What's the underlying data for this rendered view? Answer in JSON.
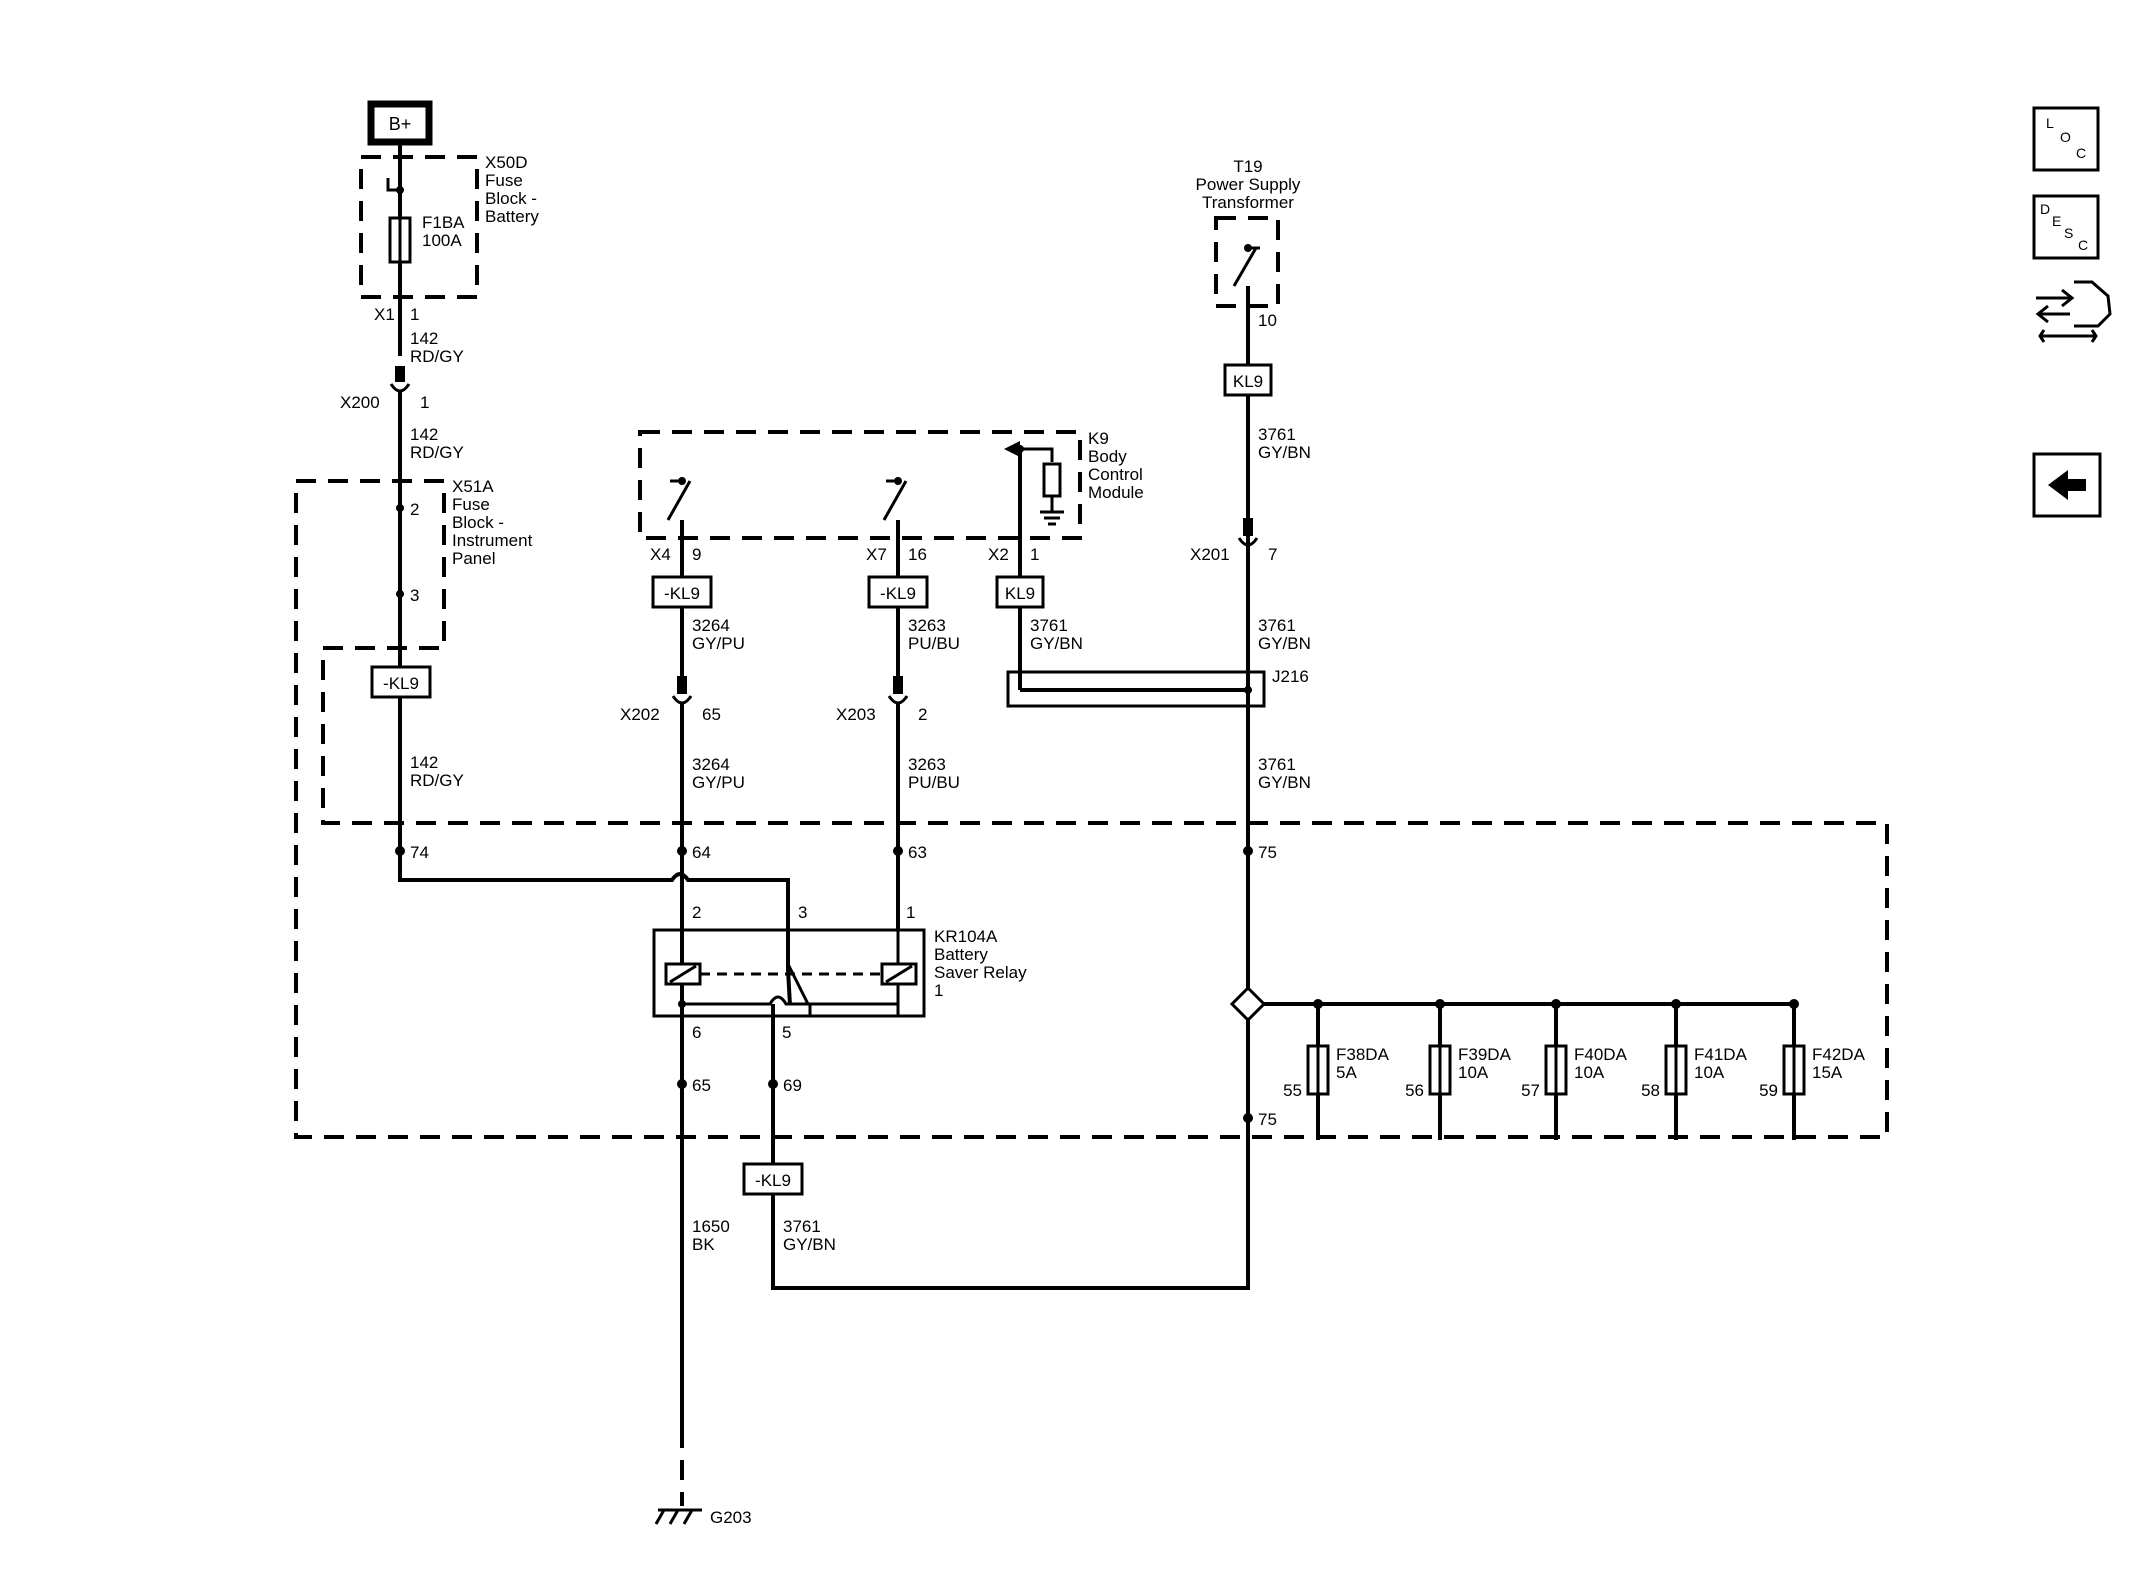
{
  "battery": {
    "label": "B+"
  },
  "x50d": {
    "id": "X50D",
    "line1": "Fuse",
    "line2": "Block -",
    "line3": "Battery",
    "fuse": "F1BA",
    "rating": "100A",
    "conn": "X1",
    "pin": "1"
  },
  "w142a": {
    "num": "142",
    "color": "RD/GY"
  },
  "x200": {
    "id": "X200",
    "pin": "1"
  },
  "w142b": {
    "num": "142",
    "color": "RD/GY"
  },
  "x51a": {
    "id": "X51A",
    "line1": "Fuse",
    "line2": "Block -",
    "line3": "Instrument",
    "line4": "Panel",
    "pin2": "2",
    "pin3": "3"
  },
  "kl9_left": "-KL9",
  "w142c": {
    "num": "142",
    "color": "RD/GY"
  },
  "k9": {
    "id": "K9",
    "line1": "Body",
    "line2": "Control",
    "line3": "Module"
  },
  "x4": {
    "id": "X4",
    "pin": "9"
  },
  "x7": {
    "id": "X7",
    "pin": "16"
  },
  "x2": {
    "id": "X2",
    "pin": "1"
  },
  "kl9_x4": "-KL9",
  "kl9_x7": "-KL9",
  "kl9_x2": "KL9",
  "w3264a": {
    "num": "3264",
    "color": "GY/PU"
  },
  "w3263a": {
    "num": "3263",
    "color": "PU/BU"
  },
  "w3761_bcm": {
    "num": "3761",
    "color": "GY/BN"
  },
  "x202": {
    "id": "X202",
    "pin": "65"
  },
  "x203": {
    "id": "X203",
    "pin": "2"
  },
  "w3264b": {
    "num": "3264",
    "color": "GY/PU"
  },
  "w3263b": {
    "num": "3263",
    "color": "PU/BU"
  },
  "t19": {
    "id": "T19",
    "line1": "Power Supply",
    "line2": "Transformer",
    "pin": "10"
  },
  "kl9_t19": "KL9",
  "w3761a": {
    "num": "3761",
    "color": "GY/BN"
  },
  "x201": {
    "id": "X201",
    "pin": "7"
  },
  "w3761b": {
    "num": "3761",
    "color": "GY/BN"
  },
  "j216": "J216",
  "w3761c": {
    "num": "3761",
    "color": "GY/BN"
  },
  "pins": {
    "p74": "74",
    "p64": "64",
    "p63": "63",
    "p75a": "75",
    "p65": "65",
    "p69": "69",
    "p75b": "75"
  },
  "relay": {
    "id": "KR104A",
    "line1": "Battery",
    "line2": "Saver Relay",
    "line3": "1",
    "pin2": "2",
    "pin3": "3",
    "pin1": "1",
    "pin6": "6",
    "pin5": "5"
  },
  "fuses": [
    {
      "name": "F38DA",
      "rating": "5A",
      "pin": "55"
    },
    {
      "name": "F39DA",
      "rating": "10A",
      "pin": "56"
    },
    {
      "name": "F40DA",
      "rating": "10A",
      "pin": "57"
    },
    {
      "name": "F41DA",
      "rating": "10A",
      "pin": "58"
    },
    {
      "name": "F42DA",
      "rating": "15A",
      "pin": "59"
    }
  ],
  "kl9_bottom": "-KL9",
  "w1650": {
    "num": "1650",
    "color": "BK"
  },
  "w3761d": {
    "num": "3761",
    "color": "GY/BN"
  },
  "ground": "G203",
  "sidebar": {
    "loc": {
      "l1": "L",
      "l2": "O",
      "l3": "C"
    },
    "desc": {
      "l1": "D",
      "l2": "E",
      "l3": "S",
      "l4": "C"
    }
  }
}
